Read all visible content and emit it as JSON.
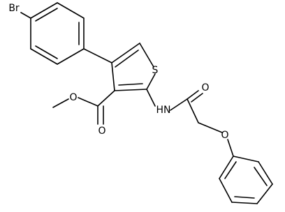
{
  "atoms": {
    "br": "Br",
    "s": "S",
    "o_carbonyl_ester": "O",
    "o_ester": "O",
    "nh": "HN",
    "o_amide": "O",
    "o_ether": "O"
  }
}
